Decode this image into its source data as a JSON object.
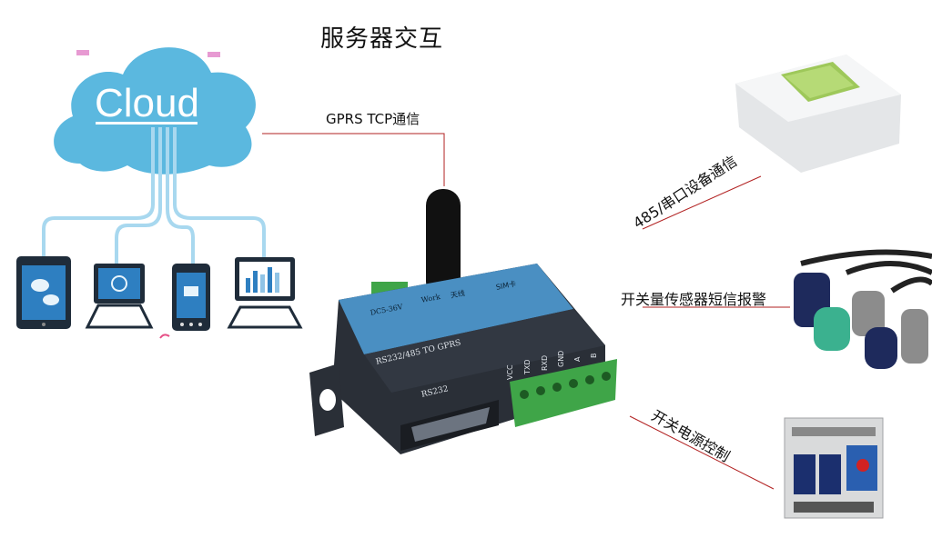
{
  "title": "服务器交互",
  "cloud": {
    "label": "Cloud"
  },
  "links": {
    "gprs": "GPRS TCP通信",
    "rs485": "485/串口设备通信",
    "sensor": "开关量传感器短信报警",
    "power": "开关电源控制"
  },
  "device": {
    "power_label": "DC5-36V",
    "work_label": "Work",
    "antenna_label": "天线",
    "sim_label": "SIM卡",
    "model_label": "RS232/485 TO GPRS",
    "port_label": "RS232",
    "pins": [
      "VCC",
      "TXD",
      "RXD",
      "GND",
      "A",
      "B"
    ]
  },
  "colors": {
    "cloud": "#5bb8df",
    "cloud_lines": "#a8d8ef",
    "device_body": "#2a2f37",
    "device_top": "#4a8fc2",
    "terminal": "#3fa548",
    "leader_line": "#b22222"
  },
  "icons": [
    "tablet-icon",
    "laptop-icon",
    "phone-icon",
    "monitor-chart-icon",
    "display-meter-icon",
    "proximity-sensor-icon",
    "control-panel-icon",
    "antenna-icon"
  ]
}
